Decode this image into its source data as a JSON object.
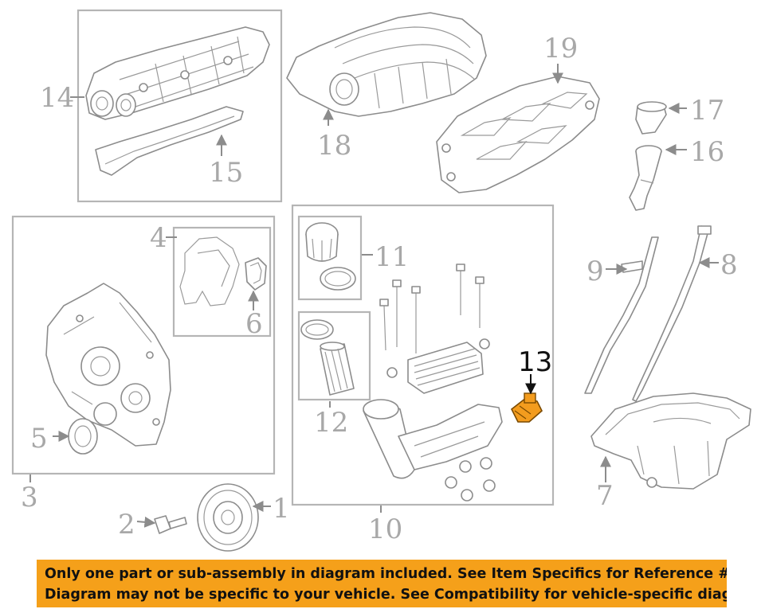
{
  "callouts": {
    "c1": "1",
    "c2": "2",
    "c3": "3",
    "c4": "4",
    "c5": "5",
    "c6": "6",
    "c7": "7",
    "c8": "8",
    "c9": "9",
    "c10": "10",
    "c11": "11",
    "c12": "12",
    "c13": "13",
    "c14": "14",
    "c15": "15",
    "c16": "16",
    "c17": "17",
    "c18": "18",
    "c19": "19"
  },
  "highlight": {
    "callout": "13",
    "color": "#f39c1e"
  },
  "notice": {
    "line1": "Only one part or sub-assembly in diagram included. See Item Specifics for Reference #.",
    "line2": "Diagram may not be specific to your vehicle. See Compatibility for vehicle-specific diagrams.",
    "background": "#f5a01a"
  }
}
